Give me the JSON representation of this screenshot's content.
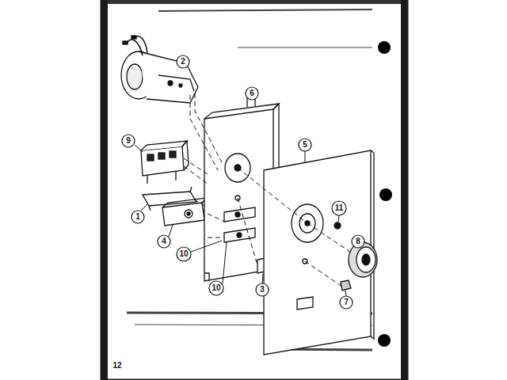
{
  "diagram": {
    "labels": [
      "2",
      "6",
      "9",
      "5",
      "1",
      "4",
      "11",
      "8",
      "10",
      "10",
      "3",
      "7",
      "12"
    ]
  }
}
